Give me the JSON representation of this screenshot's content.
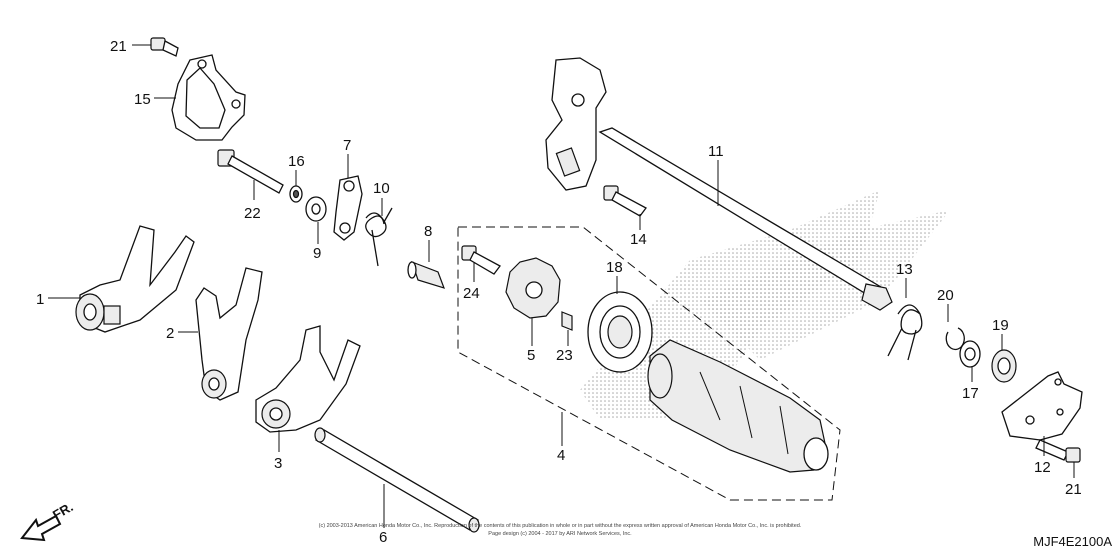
{
  "callouts": [
    {
      "id": "c1",
      "label": "1"
    },
    {
      "id": "c2",
      "label": "2"
    },
    {
      "id": "c3",
      "label": "3"
    },
    {
      "id": "c4",
      "label": "4"
    },
    {
      "id": "c5",
      "label": "5"
    },
    {
      "id": "c6",
      "label": "6"
    },
    {
      "id": "c7",
      "label": "7"
    },
    {
      "id": "c8",
      "label": "8"
    },
    {
      "id": "c9",
      "label": "9"
    },
    {
      "id": "c10",
      "label": "10"
    },
    {
      "id": "c11",
      "label": "11"
    },
    {
      "id": "c12",
      "label": "12"
    },
    {
      "id": "c13",
      "label": "13"
    },
    {
      "id": "c14",
      "label": "14"
    },
    {
      "id": "c15",
      "label": "15"
    },
    {
      "id": "c16",
      "label": "16"
    },
    {
      "id": "c17",
      "label": "17"
    },
    {
      "id": "c18",
      "label": "18"
    },
    {
      "id": "c19",
      "label": "19"
    },
    {
      "id": "c20",
      "label": "20"
    },
    {
      "id": "c21a",
      "label": "21"
    },
    {
      "id": "c21b",
      "label": "21"
    },
    {
      "id": "c22",
      "label": "22"
    },
    {
      "id": "c23",
      "label": "23"
    },
    {
      "id": "c24",
      "label": "24"
    }
  ],
  "direction_label": "FR.",
  "diagram_code": "MJF4E2100A",
  "copyright_line1": "(c) 2003-2013 American Honda Motor Co., Inc. Reproduction of the contents of this publication in whole or in part without the express written approval of American Honda Motor Co., Inc. is prohibited.",
  "copyright_line2": "Page design (c) 2004 - 2017 by ARI Network Services, Inc."
}
